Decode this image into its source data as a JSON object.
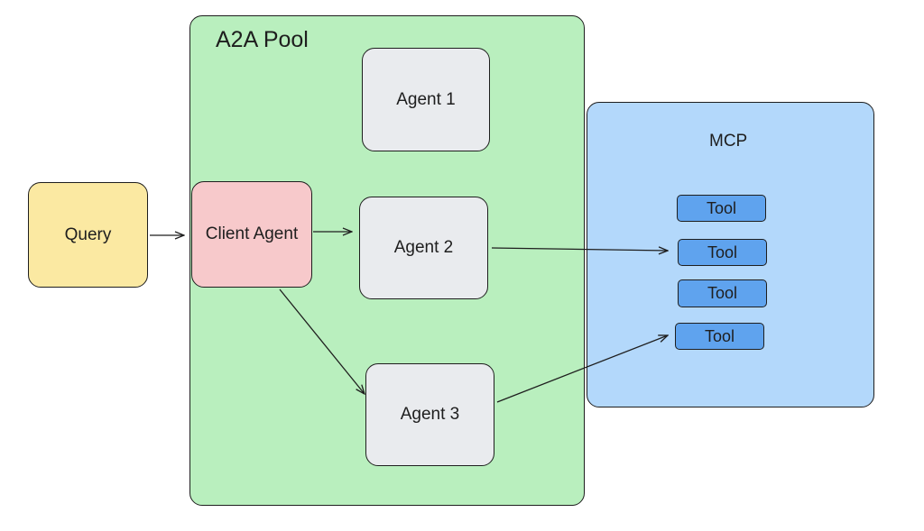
{
  "pool": {
    "title": "A2A Pool"
  },
  "mcp": {
    "title": "MCP"
  },
  "nodes": {
    "query": "Query",
    "client_agent": "Client Agent",
    "agent1": "Agent 1",
    "agent2": "Agent 2",
    "agent3": "Agent 3"
  },
  "tools": [
    "Tool",
    "Tool",
    "Tool",
    "Tool"
  ],
  "colors": {
    "pool": "#b9efbe",
    "mcp": "#b3d8fb",
    "query": "#fbe9a2",
    "client_agent": "#f7c9cb",
    "agent": "#e9ebee",
    "tool": "#5fa3ee"
  }
}
